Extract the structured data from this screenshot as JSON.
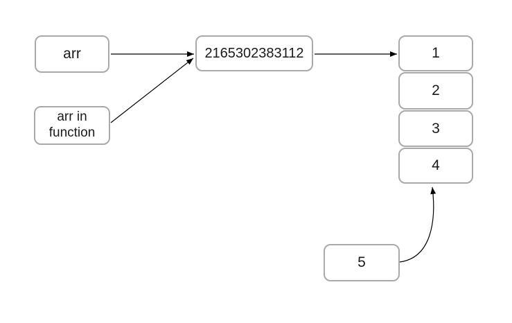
{
  "diagram": {
    "type": "pointer-reference-diagram",
    "nodes": {
      "arr": {
        "label": "arr"
      },
      "arr_in_function": {
        "label": "arr in function"
      },
      "address": {
        "label": "2165302383112"
      },
      "cell_1": {
        "label": "1"
      },
      "cell_2": {
        "label": "2"
      },
      "cell_3": {
        "label": "3"
      },
      "cell_4": {
        "label": "4"
      },
      "five": {
        "label": "5"
      }
    },
    "edges": [
      {
        "from": "arr",
        "to": "address",
        "style": "straight"
      },
      {
        "from": "arr_in_function",
        "to": "address",
        "style": "straight"
      },
      {
        "from": "address",
        "to": "cell_1",
        "style": "straight"
      },
      {
        "from": "five",
        "to": "cell_4",
        "style": "curved"
      }
    ],
    "colors": {
      "background": "#ffffff",
      "box_border": "#a9a9a9",
      "box_fill": "#ffffff",
      "text": "#1a1a1a",
      "arrow": "#000000"
    }
  }
}
